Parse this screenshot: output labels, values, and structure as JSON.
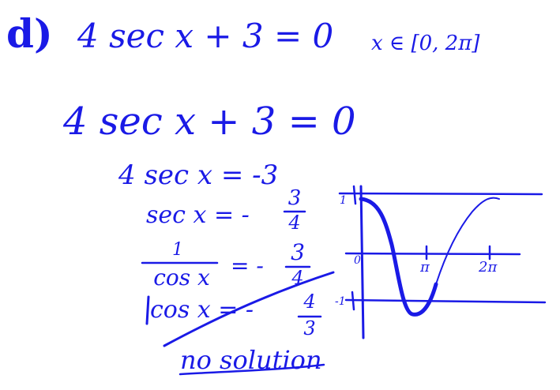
{
  "problem": {
    "label": "d)",
    "equation": "4 sec x + 3 = 0",
    "domain": "x ∈ [0, 2π]"
  },
  "steps": {
    "s1": "4 sec x + 3 = 0",
    "s2": "4 sec x = -3",
    "s3_lhs": "sec x = -",
    "s3_num": "3",
    "s3_den": "4",
    "s4_num": "1",
    "s4_den": "cos x",
    "s4_eq": "= -",
    "s4_rnum": "3",
    "s4_rden": "4",
    "s5_lhs": "cos x = -",
    "s5_num": "4",
    "s5_den": "3",
    "conclusion": "no solution"
  },
  "graph": {
    "label_zero": "0",
    "label_pi": "π",
    "label_2pi": "2π",
    "label_minus_one": "-1",
    "label_one": "1"
  },
  "colors": {
    "ink": "#1a1ae6",
    "background": "#ffffff"
  }
}
